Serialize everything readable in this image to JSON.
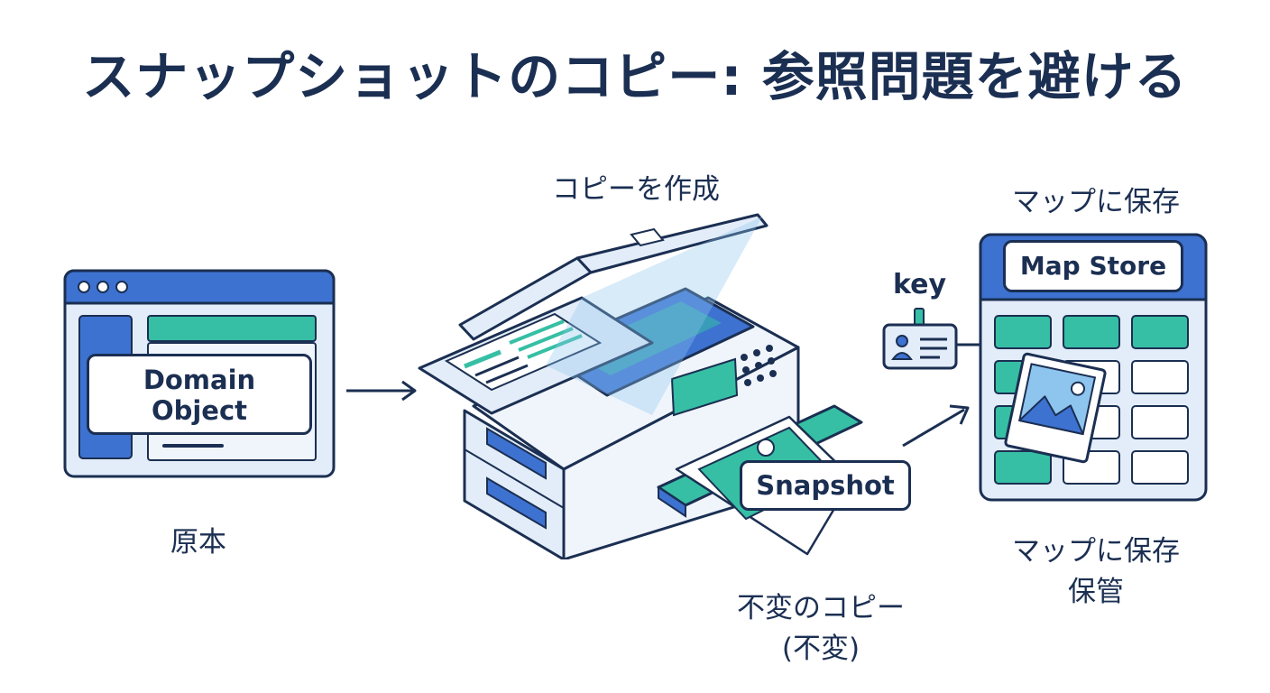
{
  "title": "スナップショットのコピー: 参照問題を避ける",
  "original": {
    "card_label_line1": "Domain",
    "card_label_line2": "Object",
    "caption": "原本"
  },
  "copier": {
    "caption": "コピーを作成",
    "output_label": "Snapshot",
    "output_caption_line1": "不変のコピー",
    "output_caption_line2": "(不変)"
  },
  "store": {
    "caption_top": "マップに保存",
    "header_label": "Map Store",
    "key_label": "key",
    "caption_bottom_line1": "マップに保存",
    "caption_bottom_line2": "保管"
  },
  "colors": {
    "navy": "#1b2f52",
    "blue": "#3d72d1",
    "teal": "#36bfa4",
    "light_blue": "#e3edf9",
    "pale": "#f0f5fc"
  }
}
